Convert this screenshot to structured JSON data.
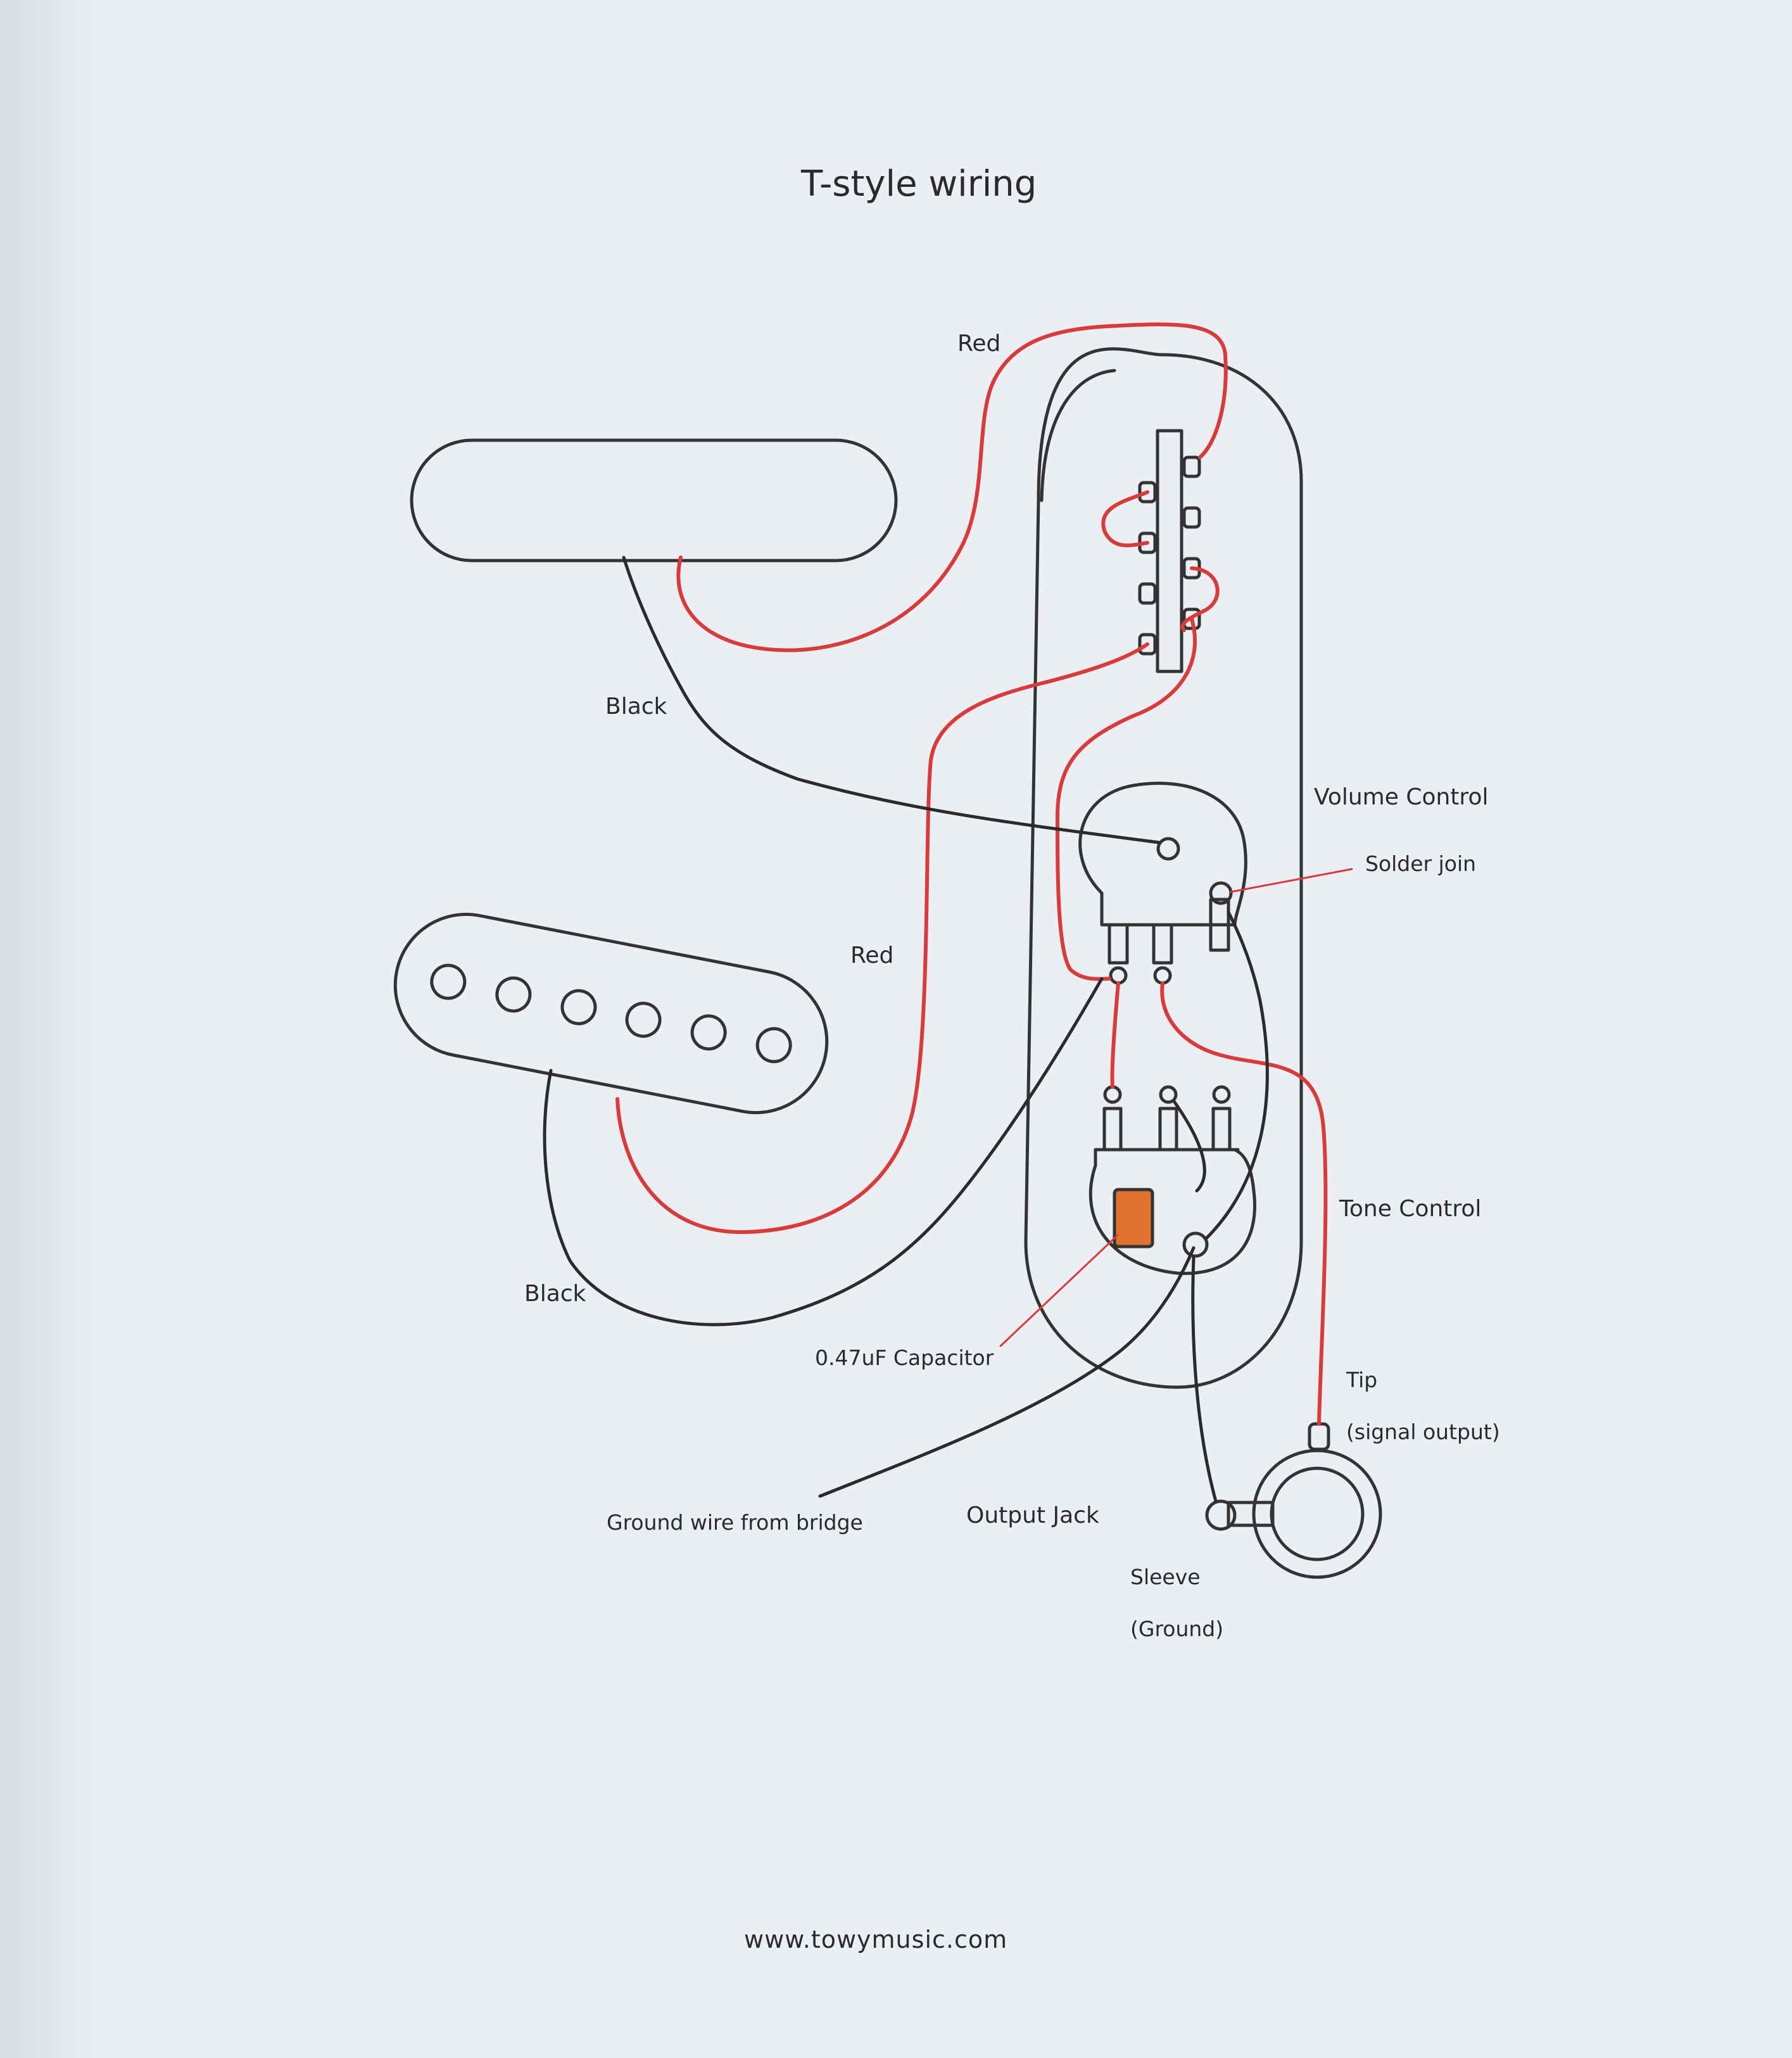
{
  "title": "T-style wiring",
  "labels": {
    "red_top": "Red",
    "black_top": "Black",
    "red_mid": "Red",
    "black_bottom": "Black",
    "volume_control": "Volume Control",
    "solder_join": "Solder join",
    "tone_control": "Tone Control",
    "capacitor": "0.47uF Capacitor",
    "tip": "Tip",
    "signal_output": "(signal output)",
    "ground_wire": "Ground wire from bridge",
    "output_jack": "Output Jack",
    "sleeve": "Sleeve",
    "ground": "(Ground)"
  },
  "footer": "www.towymusic.com",
  "colors": {
    "paper": "#ebeef2",
    "outline": "#333333",
    "red_wire": "#d93a3a",
    "black_wire": "#2b2b2b",
    "capacitor": "#e0722e"
  }
}
